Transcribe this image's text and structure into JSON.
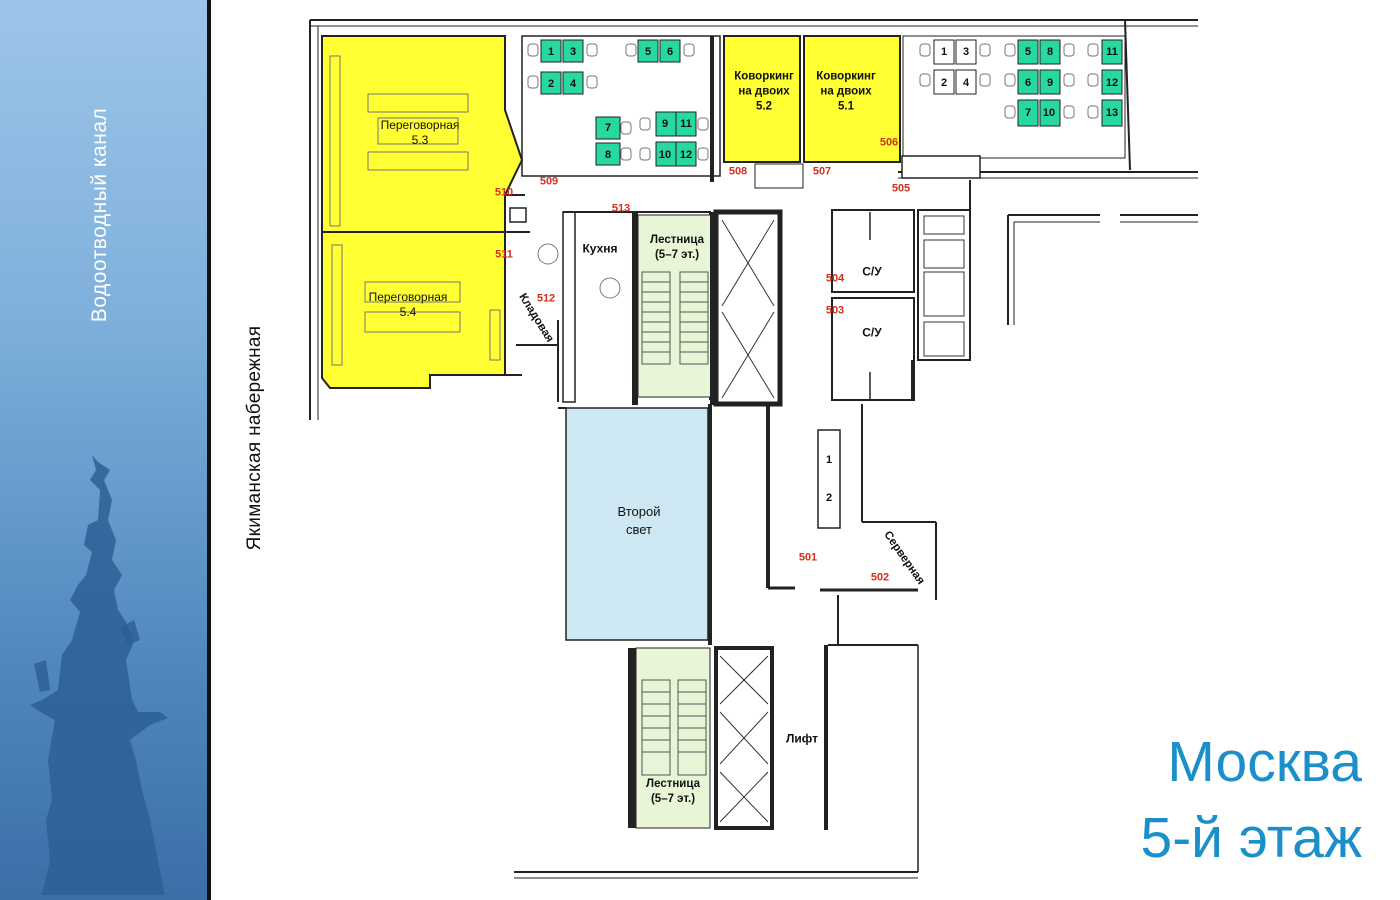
{
  "sidebar": {
    "label": "Водоотводный  канал"
  },
  "street_label": "Якиманская набережная",
  "title": {
    "city": "Москва",
    "floor": "5-й этаж"
  },
  "rooms": {
    "meeting_5_3": "Переговорная\n5.3",
    "meeting_5_4": "Переговорная\n5.4",
    "cowork_5_2": "Коворкинг\nна двоих\n5.2",
    "cowork_5_1": "Коворкинг\nна двоих\n5.1",
    "kitchen": "Кухня",
    "stairs_top": "Лестница\n(5–7 эт.)",
    "stairs_bottom": "Лестница\n(5–7 эт.)",
    "second_light": "Второй\nсвет",
    "lift": "Лифт",
    "wc_upper": "С/У",
    "wc_lower": "С/У",
    "storage": "Кладовая",
    "server": "Серверная"
  },
  "room_numbers": {
    "r501": "501",
    "r502": "502",
    "r503": "503",
    "r504": "504",
    "r505": "505",
    "r506": "506",
    "r507": "507",
    "r508": "508",
    "r509": "509",
    "r510": "510",
    "r511": "511",
    "r512": "512",
    "r513": "513"
  },
  "desk_numbers": {
    "a": [
      "1",
      "2",
      "3",
      "4",
      "5",
      "6",
      "7",
      "8",
      "9",
      "10",
      "11",
      "12"
    ],
    "b": [
      "1",
      "2",
      "3",
      "4",
      "5",
      "6",
      "7",
      "8",
      "9",
      "10",
      "11",
      "12",
      "13"
    ],
    "c": [
      "1",
      "2"
    ]
  },
  "colors": {
    "meeting_room": "#ffff33",
    "desk_occupied": "#27d8a0",
    "second_light": "#cde8f3",
    "stairs": "#e8f5d6",
    "accent_text": "#1b8fc9",
    "room_number": "#d0311e"
  }
}
